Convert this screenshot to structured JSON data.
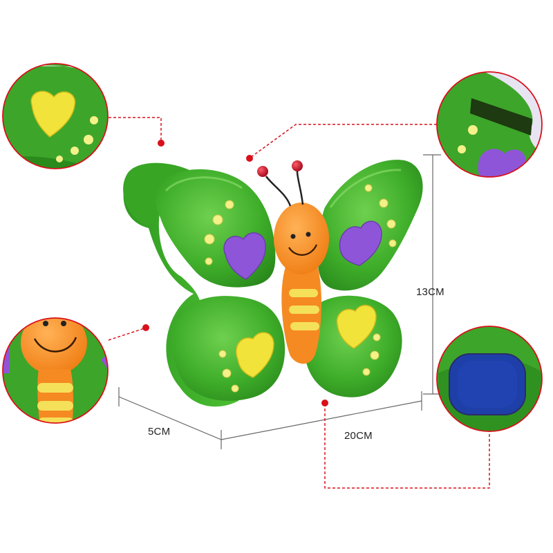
{
  "image": {
    "subject": "butterfly-shaped-coin-bank",
    "colors": {
      "body_green": "#3fae2a",
      "body_green_dark": "#2a8a1c",
      "body_green_light": "#6fd04f",
      "wing_purple": "#8f55d8",
      "wing_yellow": "#f2e33a",
      "dot_yellow": "#f4f08a",
      "head_orange": "#f7902a",
      "stripe_yellow": "#f5e05a",
      "antenna_red": "#c8102e",
      "coin_stopper_blue": "#1e3fa8",
      "callout_red": "#d8101a"
    }
  },
  "dimensions": {
    "height": "13CM",
    "depth": "5CM",
    "width": "20CM"
  },
  "callouts": [
    {
      "name": "callout-wing-detail",
      "shows": "yellow-heart-and-dots"
    },
    {
      "name": "callout-coin-slot",
      "shows": "coin-slot-and-purple-heart"
    },
    {
      "name": "callout-face-detail",
      "shows": "smiling-face-and-striped-body"
    },
    {
      "name": "callout-bottom-stopper",
      "shows": "blue-rubber-stopper"
    }
  ]
}
